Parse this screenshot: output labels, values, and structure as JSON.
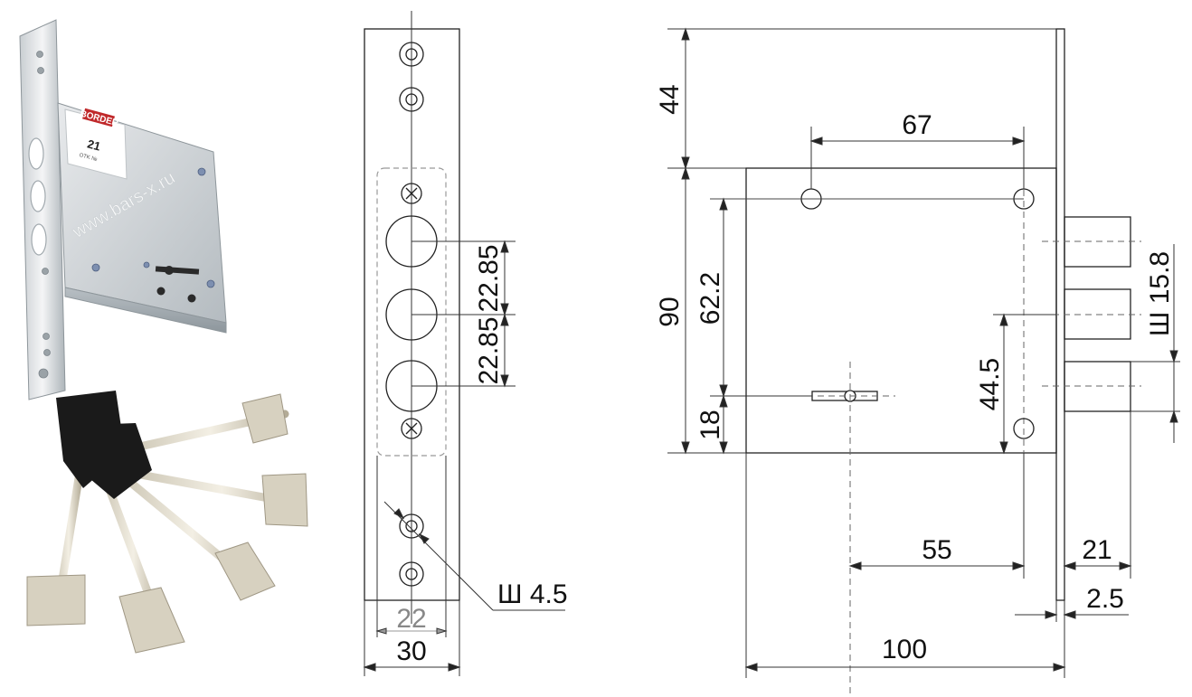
{
  "photo": {
    "brand": "BORDER",
    "model": "21",
    "small_label": "OTK №",
    "watermark": "www.bars-x.ru"
  },
  "faceplate": {
    "hole_diameter": "Ш 4.5",
    "spacing_upper": "22.85",
    "spacing_lower": "22.85",
    "width_inner": "22",
    "width_outer": "30"
  },
  "body": {
    "top_offset": "44",
    "hole_spacing": "67",
    "height": "90",
    "height_to_keyhole_holes": "62.2",
    "keyhole_from_bottom": "18",
    "bolt_diameter": "Ш 15.8",
    "lower_hole_height": "44.5",
    "backset": "55",
    "bolt_projection": "21",
    "plate_thickness": "2.5",
    "depth": "100"
  },
  "colors": {
    "metal_light": "#d9dde0",
    "metal_dark": "#9aa3a8",
    "key_black": "#1a1a1a",
    "brand_red": "#c0282a"
  }
}
